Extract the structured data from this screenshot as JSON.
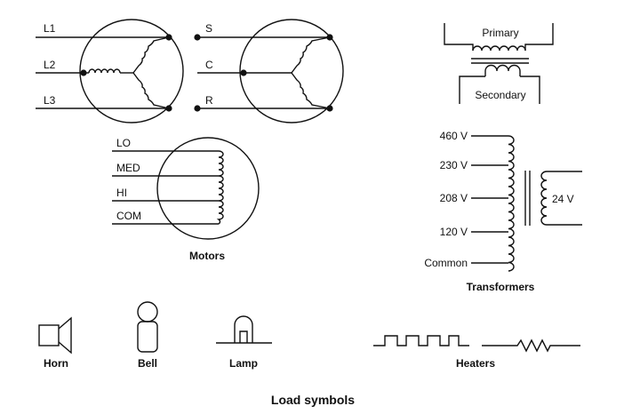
{
  "motors": {
    "three_phase_lines": [
      "L1",
      "L2",
      "L3"
    ],
    "single_phase_lines": [
      "S",
      "C",
      "R"
    ],
    "speed_taps": [
      "LO",
      "MED",
      "HI",
      "COM"
    ],
    "caption": "Motors"
  },
  "transformers": {
    "primary_label": "Primary",
    "secondary_label": "Secondary",
    "taps": [
      "460 V",
      "230 V",
      "208 V",
      "120 V",
      "Common"
    ],
    "secondary_voltage": "24 V",
    "caption": "Transformers"
  },
  "loads": {
    "horn": "Horn",
    "bell": "Bell",
    "lamp": "Lamp",
    "heaters": "Heaters"
  },
  "title": "Load symbols"
}
